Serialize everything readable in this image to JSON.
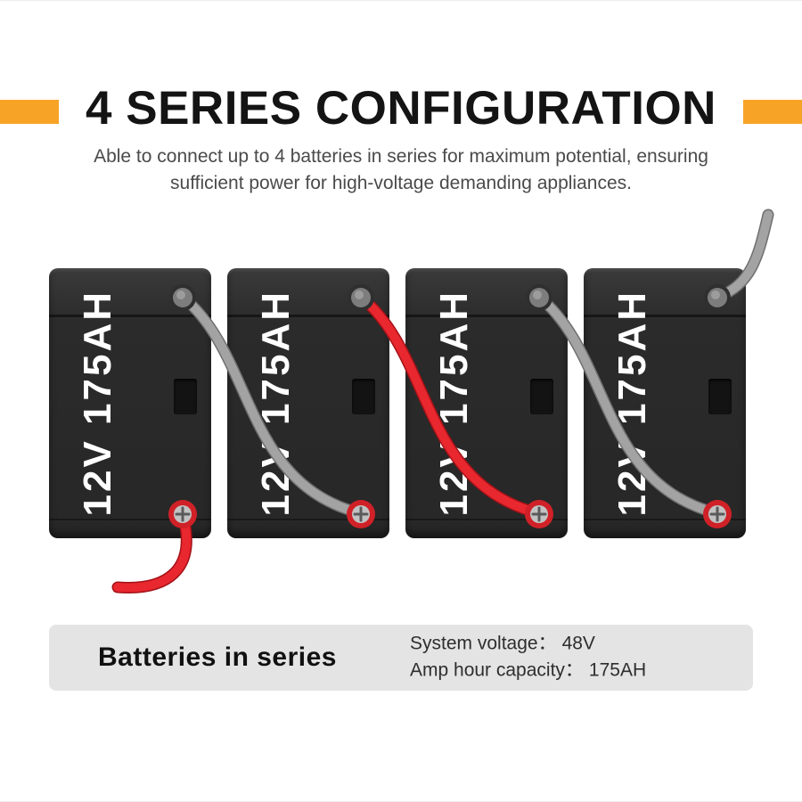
{
  "header": {
    "title": "4 SERIES CONFIGURATION",
    "subtitle_lines": [
      "Able to connect up to 4 batteries in series for maximum potential, ensuring",
      "sufficient power for high-voltage demanding appliances."
    ]
  },
  "diagram": {
    "batteries": [
      {
        "label": "12V 175AH"
      },
      {
        "label": "12V 175AH"
      },
      {
        "label": "12V 175AH"
      },
      {
        "label": "12V 175AH"
      }
    ],
    "connection_type": "series",
    "cable_colors": {
      "positive": "#e8272e",
      "negative": "#9e9e9e"
    },
    "terminal_colors": {
      "positive_ring": "#cf2127",
      "negative_ring": "#2f2f2f"
    }
  },
  "footer": {
    "title": "Batteries in series",
    "specs": [
      {
        "label": "System voltage：",
        "value": "48V"
      },
      {
        "label": "Amp hour capacity：",
        "value": "175AH"
      }
    ]
  },
  "colors": {
    "accent": "#f7a426",
    "battery_body": "#2b2b2b",
    "battery_label_text": "#ffffff",
    "footer_bg": "#e4e4e4",
    "title_text": "#141414",
    "subtitle_text": "#4a4a4a"
  }
}
